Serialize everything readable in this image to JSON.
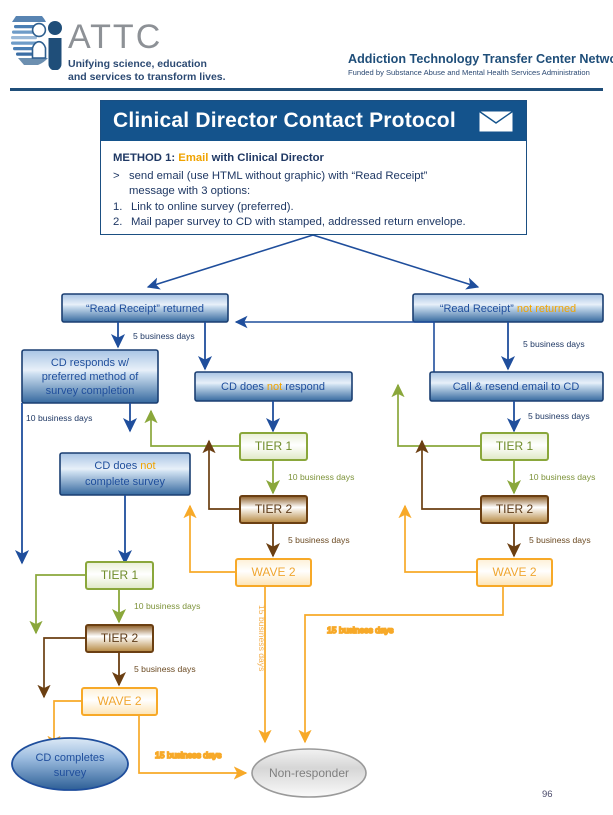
{
  "header": {
    "logo_icon": "attc-logo-icon",
    "acronym": "ATTC",
    "tagline_line1": "Unifying science, education",
    "tagline_line2": "and services to transform lives.",
    "network_title": "Addiction Technology Transfer Center Network",
    "network_funding": "Funded by Substance Abuse and Mental Health Services Administration"
  },
  "panel": {
    "title": "Clinical Director Contact Protocol",
    "envelope_icon": "envelope-icon",
    "method_prefix": "METHOD 1:",
    "method_accent": "Email",
    "method_suffix": "with Clinical Director",
    "bullet_marker": ">",
    "bullet_line1": "send email (use HTML without graphic) with “Read Receipt”",
    "bullet_line2": "message with 3 options:",
    "item1_num": "1.",
    "item1_text": "Link to online survey (preferred).",
    "item2_num": "2.",
    "item2_text": "Mail paper survey to CD with stamped, addressed return envelope."
  },
  "colors": {
    "blue": "#1f4e9c",
    "dark_blue": "#14538c",
    "green": "#8aa73b",
    "brown": "#6b3f12",
    "orange": "#f7a928",
    "grey": "#9a9a9a",
    "accent_orange": "#f0a300"
  },
  "nodes": {
    "read_receipt_returned": {
      "text": "“Read Receipt” returned",
      "type": "blue-box"
    },
    "read_receipt_not_returned": {
      "text_plain": "“Read Receipt” ",
      "text_accent": "not returned",
      "type": "blue-box"
    },
    "cd_responds": {
      "line1": "CD responds w/",
      "line2": "preferred method of",
      "line3": "survey completion",
      "type": "blue-box"
    },
    "cd_not_respond": {
      "text_plain": "CD does ",
      "text_accent": "not",
      "text_tail": " respond",
      "type": "blue-box"
    },
    "call_resend": {
      "text": "Call & resend email to CD",
      "type": "blue-box"
    },
    "cd_not_complete": {
      "line1_plain": "CD does ",
      "line1_accent": "not",
      "line2": "complete survey",
      "type": "blue-box"
    },
    "tier1_left": {
      "text": "TIER 1",
      "type": "green-box"
    },
    "tier2_left": {
      "text": "TIER 2",
      "type": "brown-box"
    },
    "wave2_left": {
      "text": "WAVE 2",
      "type": "orange-box"
    },
    "tier1_mid": {
      "text": "TIER 1",
      "type": "green-box"
    },
    "tier2_mid": {
      "text": "TIER 2",
      "type": "brown-box"
    },
    "wave2_mid": {
      "text": "WAVE 2",
      "type": "orange-box"
    },
    "tier1_right": {
      "text": "TIER 1",
      "type": "green-box"
    },
    "tier2_right": {
      "text": "TIER 2",
      "type": "brown-box"
    },
    "wave2_right": {
      "text": "WAVE 2",
      "type": "orange-box"
    },
    "cd_completes": {
      "line1": "CD completes",
      "line2": "survey",
      "type": "blue-ellipse"
    },
    "non_responder": {
      "text": "Non-responder",
      "type": "grey-ellipse"
    }
  },
  "edge_labels": {
    "five_days_left_top": "5 business days",
    "five_days_right_top": "5 business days",
    "ten_days_cd_responds": "10 business days",
    "ten_days_mid": "10 business days",
    "five_days_mid": "5 business days",
    "ten_days_right": "10 business days",
    "five_days_right": "5 business days",
    "ten_days_leftcol": "10 business days",
    "five_days_leftcol": "5 business days",
    "fifteen_days_vertical": "15 business days",
    "fifteen_days_horizontal": "15  business days",
    "fifteen_days_bottom": "15 business days"
  },
  "footer": {
    "page_number": "96"
  }
}
